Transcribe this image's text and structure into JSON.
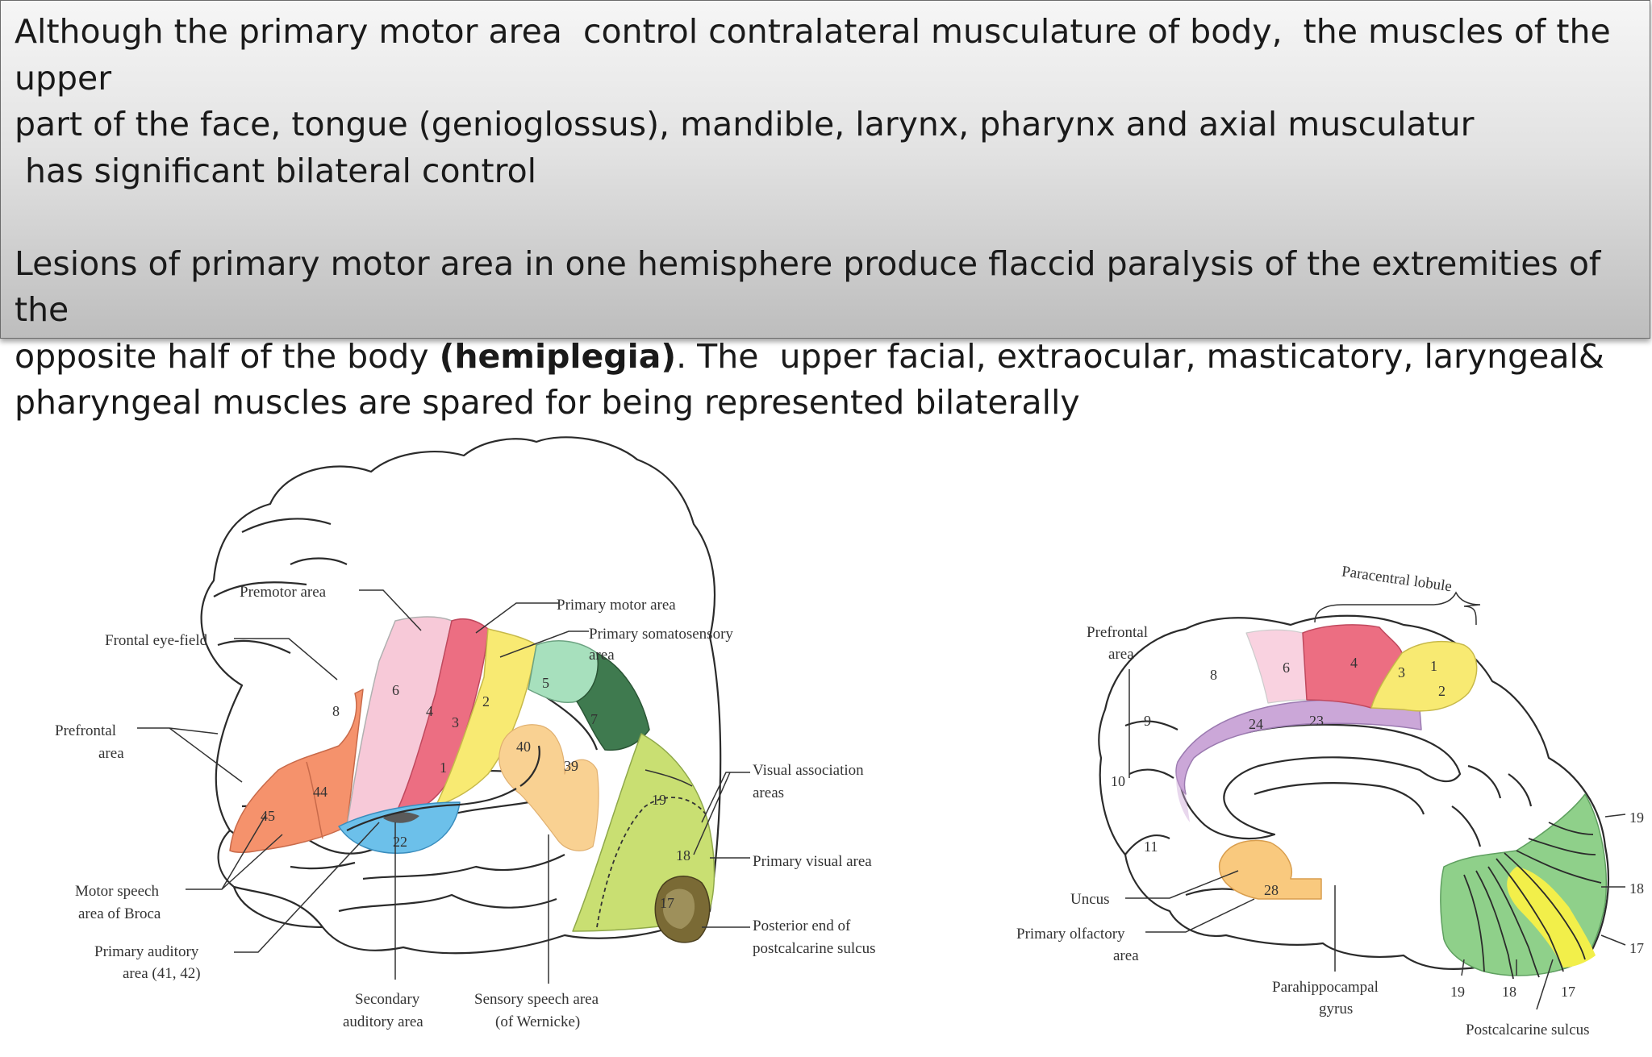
{
  "text_box": {
    "para1_line1": "Although the primary motor area  control contralateral musculature of body,  the muscles of the upper",
    "para1_line2": "part of the face, tongue (genioglossus), mandible, larynx, pharynx and axial musculatur",
    "para1_line3": " has significant bilateral control",
    "para2_line1": "Lesions of primary motor area in one hemisphere produce flaccid paralysis of the extremities of the",
    "para2_line2_pre": "opposite half of the body ",
    "para2_line2_bold": "(hemiplegia)",
    "para2_line2_post": ". The  upper facial, extraocular, masticatory, laryngeal&",
    "para2_line3": "pharyngeal muscles are spared for being represented bilaterally"
  },
  "lateral_view": {
    "labels": {
      "premotor": "Premotor area",
      "primary_motor": "Primary motor area",
      "frontal_eye_field": "Frontal eye-field",
      "somatosensory_1": "Primary somatosensory",
      "somatosensory_2": "area",
      "prefrontal_1": "Prefrontal",
      "prefrontal_2": "area",
      "visual_assoc_1": "Visual association",
      "visual_assoc_2": "areas",
      "primary_visual": "Primary visual area",
      "broca_1": "Motor speech",
      "broca_2": "area of Broca",
      "posterior_end_1": "Posterior end of",
      "posterior_end_2": "postcalcarine sulcus",
      "auditory_1": "Primary auditory",
      "auditory_2": "area (41, 42)",
      "secondary_aud_1": "Secondary",
      "secondary_aud_2": "auditory area",
      "wernicke_1": "Sensory speech area",
      "wernicke_2": "(of Wernicke)"
    },
    "area_numbers": [
      "6",
      "8",
      "4",
      "3",
      "1",
      "2",
      "5",
      "7",
      "40",
      "39",
      "19",
      "18",
      "17",
      "44",
      "45",
      "22"
    ],
    "colors": {
      "premotor": "#f7c9d8",
      "motor": "#ec6e82",
      "somatosensory": "#f8ea72",
      "area5": "#a7e0bd",
      "area7": "#3f7a4f",
      "parietal_assoc": "#f9d192",
      "visual_assoc": "#c9df72",
      "area17": "#7a6a35",
      "broca": "#f5926c",
      "auditory": "#6cc0ea"
    }
  },
  "medial_view": {
    "labels": {
      "paracentral": "Paracentral lobule",
      "prefrontal_1": "Prefrontal",
      "prefrontal_2": "area",
      "uncus": "Uncus",
      "olfactory_1": "Primary olfactory",
      "olfactory_2": "area",
      "parahippo_1": "Parahippocampal",
      "parahippo_2": "gyrus",
      "postcalcarine": "Postcalcarine sulcus"
    },
    "area_numbers": [
      "8",
      "6",
      "4",
      "3",
      "1",
      "2",
      "9",
      "24",
      "23",
      "10",
      "11",
      "28",
      "19",
      "18",
      "17",
      "19",
      "18",
      "17"
    ],
    "colors": {
      "premotor": "#f9d2e0",
      "motor": "#ec6e82",
      "somatosensory": "#f8ea72",
      "cingulate": "#cba7d8",
      "uncus": "#f9c97e",
      "visual": "#8fd08a",
      "visual_yellow": "#f2ef4a"
    }
  }
}
